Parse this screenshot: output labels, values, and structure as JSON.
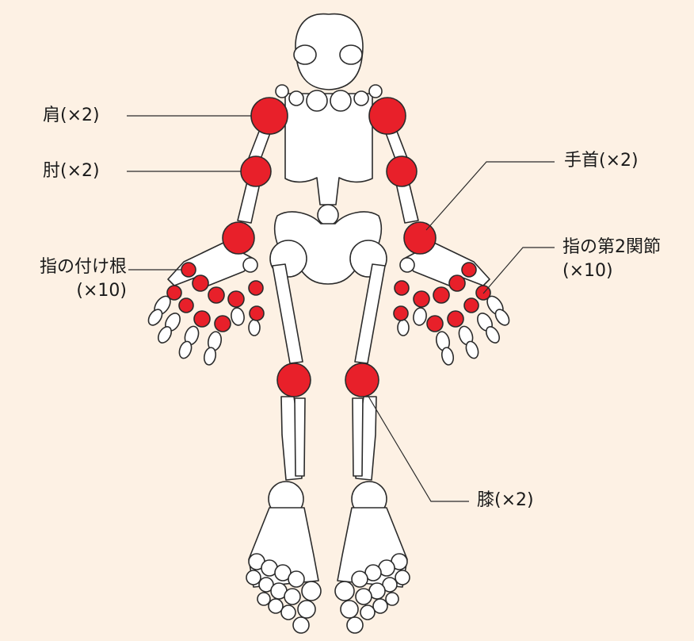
{
  "colors": {
    "background": "#fdf1e4",
    "affected_joint": "#e8202a",
    "bone": "#ffffff",
    "outline": "#2b2b2b"
  },
  "labels": {
    "shoulder": "肩(×2)",
    "elbow": "肘(×2)",
    "finger_base_line1": "指の付け根",
    "finger_base_line2": "(×10)",
    "wrist": "手首(×2)",
    "finger_second_joint_line1": "指の第2関節",
    "finger_second_joint_line2": "(×10)",
    "knee": "膝(×2)"
  }
}
